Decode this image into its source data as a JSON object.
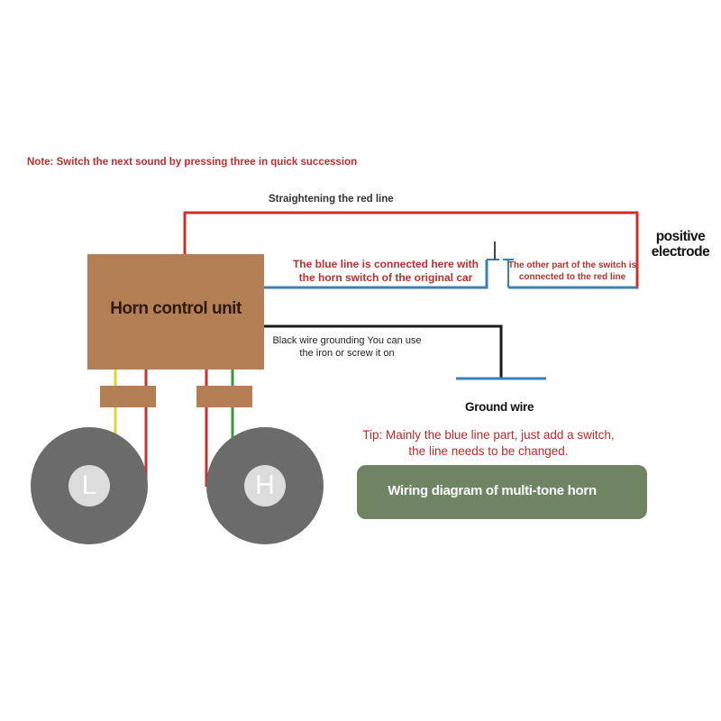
{
  "note": "Note: Switch the next sound by pressing three in quick succession",
  "labels": {
    "red_line": "Straightening the red line",
    "blue_line": "The blue line is connected here with the horn switch of the original car",
    "switch_other": "The other part of the switch is connected to the red line",
    "positive_electrode": "positive electrode",
    "black_wire": "Black wire grounding You can use the iron or screw it on",
    "ground_wire": "Ground wire"
  },
  "control_unit": {
    "title": "Horn control unit"
  },
  "speakers": {
    "low": "L",
    "high": "H"
  },
  "tip": "Tip: Mainly the blue line part, just add a switch, the line needs to be changed.",
  "banner": "Wiring diagram of multi-tone horn",
  "colors": {
    "red_wire": "#c8312f",
    "blue_wire": "#3a7fb5",
    "black_wire": "#1a1a1a",
    "yellow_wire": "#e8d52a",
    "green_wire": "#3a9a3a",
    "unit": "#b57f56",
    "speaker": "#6b6b6b",
    "banner": "#6f8462"
  }
}
